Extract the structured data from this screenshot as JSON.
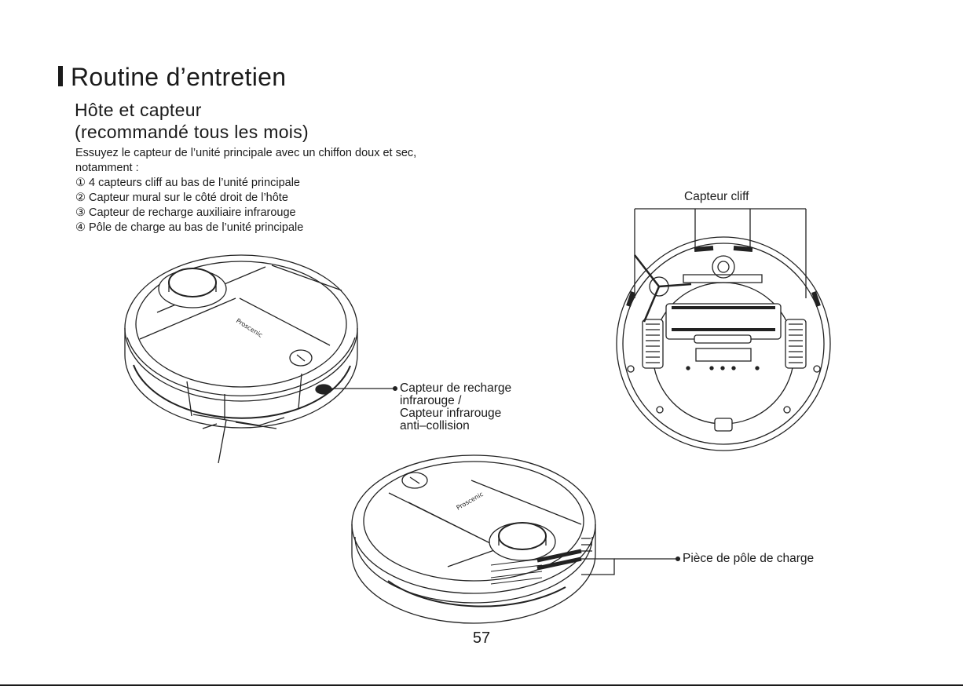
{
  "header": {
    "title": "Routine d’entretien",
    "subtitle_line1": "Hôte et capteur",
    "subtitle_line2": "(recommandé tous les mois)"
  },
  "intro": {
    "line1": "Essuyez le capteur de l’unité principale avec un chiffon doux et sec,",
    "line2": "notamment :"
  },
  "items": [
    "① 4 capteurs cliff au bas de l’unité principale",
    "② Capteur mural sur le côté droit de l’hôte",
    "③ Capteur de recharge auxiliaire infrarouge",
    "④ Pôle de charge au bas de l’unité principale"
  ],
  "callouts": {
    "cliff": "Capteur cliff",
    "ir_line1": "Capteur de recharge",
    "ir_line2": "infrarouge /",
    "ir_line3": "Capteur infrarouge",
    "ir_line4": "anti–collision",
    "charge_pole": "Pièce de pôle de charge"
  },
  "brand_mark": "Proscenic",
  "page_number": "57"
}
